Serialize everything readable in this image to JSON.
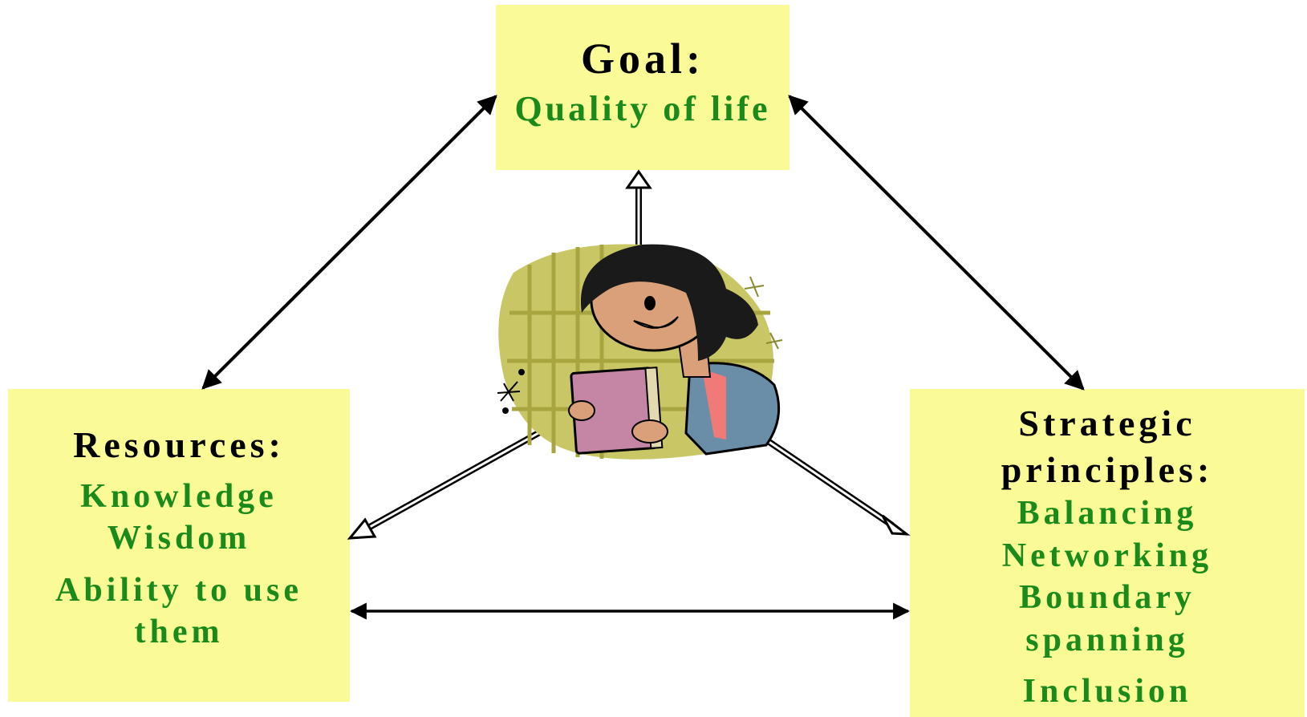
{
  "colors": {
    "box_fill": "#fafa96",
    "heading_text": "#000000",
    "item_text": "#1a8a1a",
    "arrow": "#000000"
  },
  "goal": {
    "heading": "Goal:",
    "items": [
      "Quality of life"
    ]
  },
  "resources": {
    "heading": "Resources:",
    "items": [
      "Knowledge",
      "Wisdom",
      "Ability to use",
      "them"
    ]
  },
  "strategic": {
    "heading_line1": "Strategic",
    "heading_line2": "principles:",
    "items": [
      "Balancing",
      "Networking",
      "Boundary",
      "spanning",
      "Inclusion"
    ]
  },
  "center_image": {
    "description": "cartoon-person-holding-book-icon"
  }
}
